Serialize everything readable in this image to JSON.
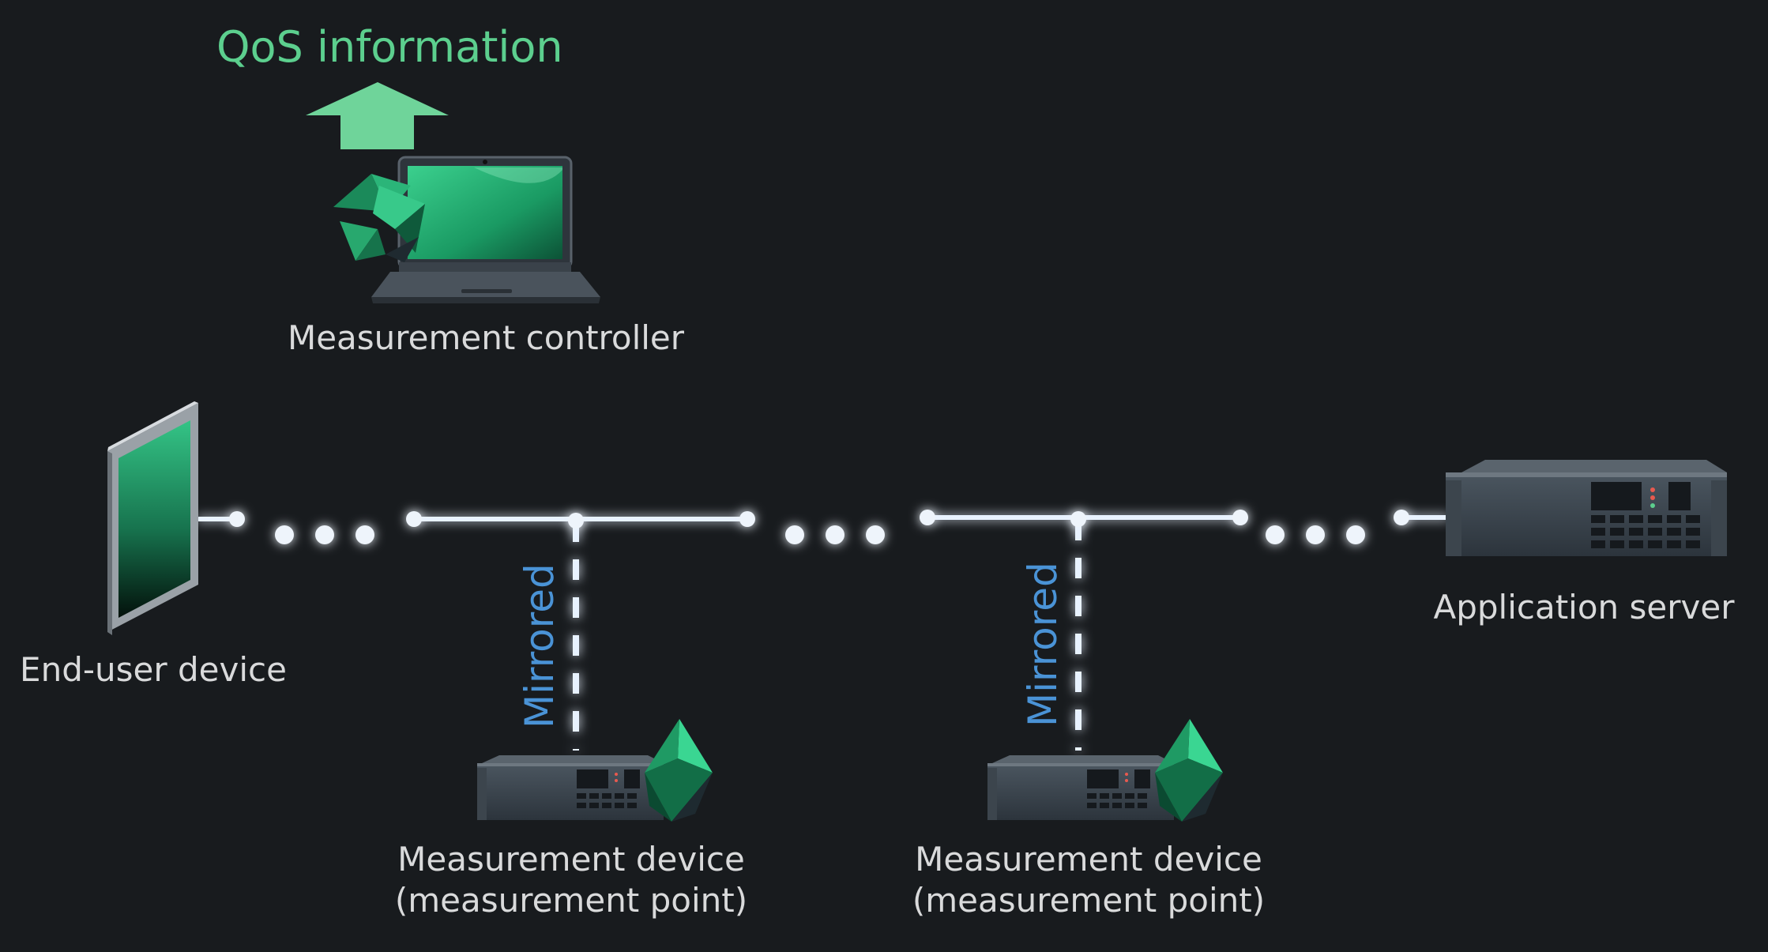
{
  "qos_label": "QoS information",
  "controller": {
    "label": "Measurement controller"
  },
  "end_user": {
    "label": "End-user device"
  },
  "app_server": {
    "label": "Application server"
  },
  "measurement_devices": [
    {
      "line1": "Measurement device",
      "line2": "(measurement point)",
      "tap_label": "Mirrored"
    },
    {
      "line1": "Measurement device",
      "line2": "(measurement point)",
      "tap_label": "Mirrored"
    }
  ],
  "colors": {
    "background": "#181b1e",
    "accent_green": "#5ccf8e",
    "mirror_blue": "#4a93d6",
    "link_glow": "#3a86d6",
    "link_core": "#e8f2ff",
    "label_text": "#d9dadb"
  }
}
